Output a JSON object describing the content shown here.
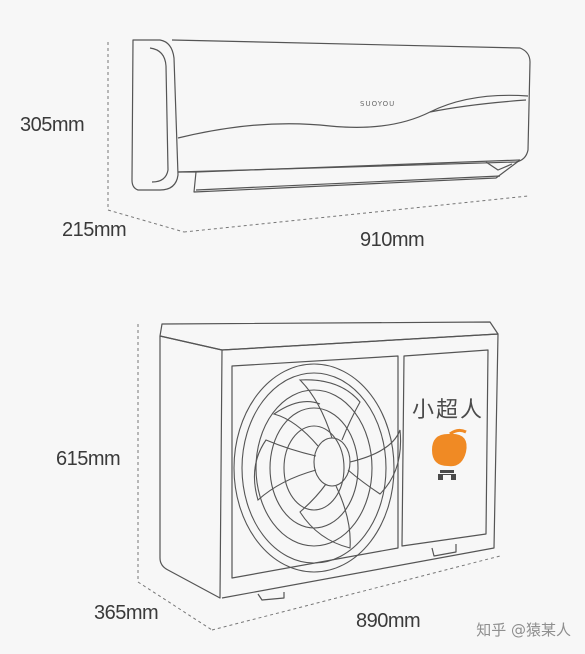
{
  "indoor_unit": {
    "brand": "SUOYOU",
    "height": "305mm",
    "depth": "215mm",
    "width": "910mm"
  },
  "outdoor_unit": {
    "brand": "小超人",
    "height": "615mm",
    "depth": "365mm",
    "width": "890mm",
    "logo_color": "#f08a24"
  },
  "watermark": "知乎 @猿某人",
  "colors": {
    "line": "#555555",
    "dash": "#7a7a7a",
    "background": "#f7f7f7"
  }
}
